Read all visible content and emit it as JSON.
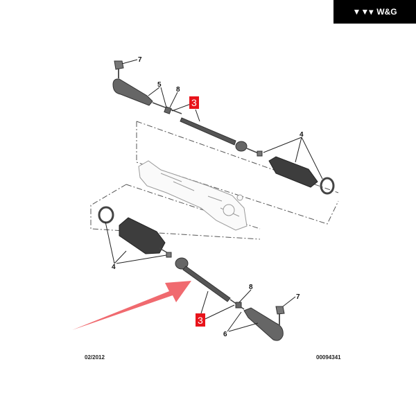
{
  "brand": {
    "logo_text": "W&G",
    "logo_icon": "wg-chevrons-icon"
  },
  "diagram": {
    "labels_top": {
      "nut": "7",
      "tie_rod_end": "5",
      "locknut": "8",
      "inner_tie_rod": "3",
      "boot_kit": "4"
    },
    "labels_bottom": {
      "boot_kit": "4",
      "locknut": "8",
      "nut": "7",
      "inner_tie_rod": "3",
      "tie_rod_end": "6"
    },
    "highlight_color": "#e8141b",
    "arrow_color": "#f06a6f"
  },
  "footer": {
    "date": "02/2012",
    "reference": "00094341"
  }
}
